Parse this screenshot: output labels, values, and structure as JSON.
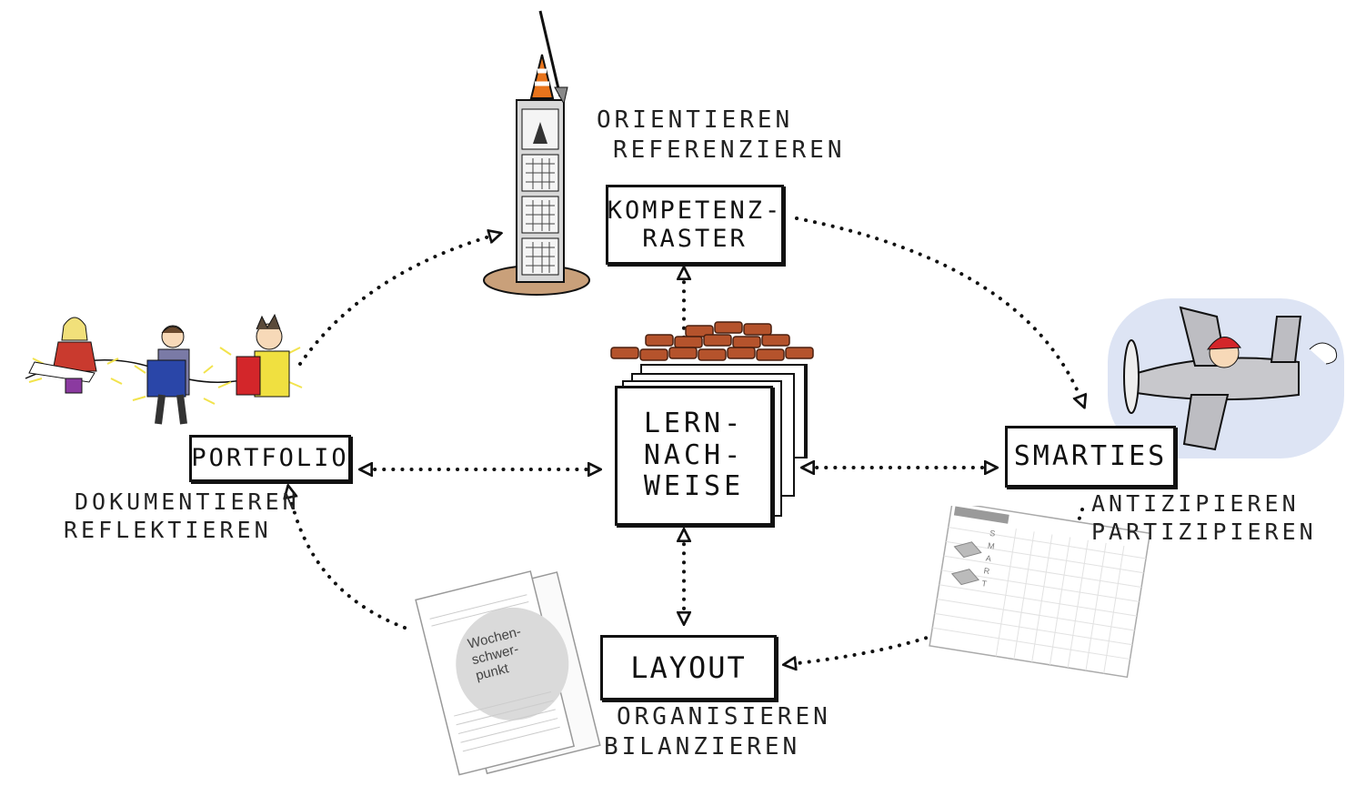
{
  "nodes": {
    "center": {
      "line1": "LERN-",
      "line2": "NACH-",
      "line3": "WEISE"
    },
    "kompetenzraster": {
      "line1": "KOMPETENZ-",
      "line2": "RASTER"
    },
    "portfolio": {
      "label": "PORTFOLIO"
    },
    "smarties": {
      "label": "SMARTIES"
    },
    "layout": {
      "label": "LAYOUT"
    }
  },
  "verbs": {
    "top": [
      "ORIENTIEREN",
      "REFERENZIEREN"
    ],
    "left": [
      "DOKUMENTIEREN",
      "REFLEKTIEREN"
    ],
    "right": [
      "ANTIZIPIEREN",
      "PARTIZIPIEREN"
    ],
    "bottom": [
      "ORGANISIEREN",
      "BILANZIEREN"
    ]
  },
  "illustrations": {
    "worksheet_title": [
      "Wochen-",
      "schwer-",
      "punkt"
    ],
    "smart_sheet_letters": [
      "S",
      "M",
      "A",
      "R",
      "T"
    ]
  },
  "colors": {
    "line": "#111111",
    "brick": "#b5532c",
    "cone": "#e8741c",
    "sky": "#dde4f4"
  }
}
